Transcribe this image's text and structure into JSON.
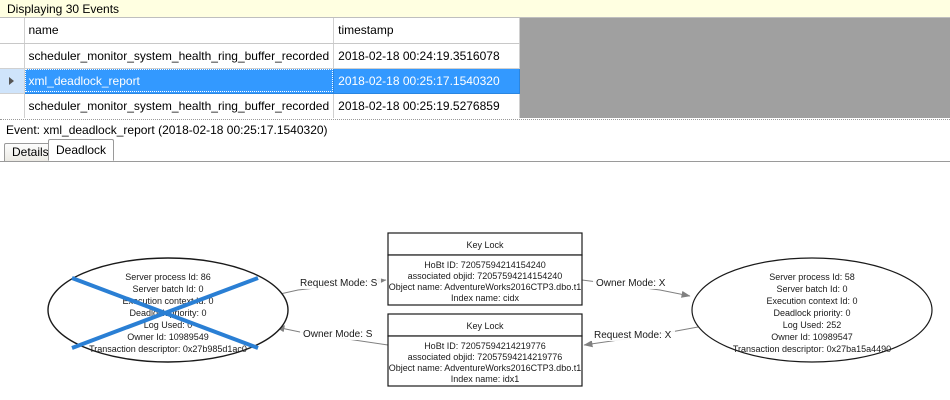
{
  "header": {
    "events_status": "Displaying 30 Events"
  },
  "grid": {
    "columns": [
      "name",
      "timestamp"
    ],
    "rows": [
      {
        "selected": false,
        "indicator": "",
        "name": "scheduler_monitor_system_health_ring_buffer_recorded",
        "timestamp": "2018-02-18 00:24:19.3516078"
      },
      {
        "selected": true,
        "indicator": "row-select-arrow-icon",
        "name": "xml_deadlock_report",
        "timestamp": "2018-02-18 00:25:17.1540320"
      },
      {
        "selected": false,
        "indicator": "",
        "name": "scheduler_monitor_system_health_ring_buffer_recorded",
        "timestamp": "2018-02-18 00:25:19.5276859"
      }
    ]
  },
  "event_label": "Event: xml_deadlock_report (2018-02-18 00:25:17.1540320)",
  "tabs": [
    {
      "label": "Details",
      "active": false
    },
    {
      "label": "Deadlock",
      "active": true
    }
  ],
  "deadlock_graph": {
    "victim_marker_color": "#2a7fd4",
    "process_left": {
      "is_victim": true,
      "lines": [
        "Server process Id: 86",
        "Server batch Id: 0",
        "Execution context Id: 0",
        "Deadlock priority: 0",
        "Log Used: 0",
        "Owner Id: 10989549",
        "Transaction descriptor: 0x27b985d1ac0"
      ]
    },
    "process_right": {
      "is_victim": false,
      "lines": [
        "Server process Id: 58",
        "Server batch Id: 0",
        "Execution context Id: 0",
        "Deadlock priority: 0",
        "Log Used: 252",
        "Owner Id: 10989547",
        "Transaction descriptor: 0x27ba15a4490"
      ]
    },
    "resource_top": {
      "title": "Key Lock",
      "lines": [
        "HoBt ID: 72057594214154240",
        "associated objid: 72057594214154240",
        "Object name: AdventureWorks2016CTP3.dbo.t1",
        "Index name: cidx"
      ]
    },
    "resource_bottom": {
      "title": "Key Lock",
      "lines": [
        "HoBt ID: 72057594214219776",
        "associated objid: 72057594214219776",
        "Object name: AdventureWorks2016CTP3.dbo.t1",
        "Index name: idx1"
      ]
    },
    "edges": {
      "left_top_request": "Request Mode: S",
      "left_bottom_owner": "Owner Mode: S",
      "right_top_owner": "Owner Mode: X",
      "right_bottom_request": "Request Mode: X"
    }
  }
}
